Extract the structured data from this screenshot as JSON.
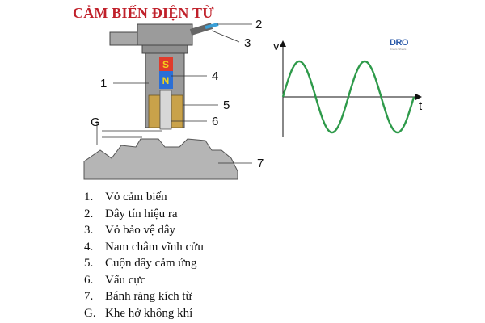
{
  "title": "CẢM BIẾN ĐIỆN TỪ",
  "callouts": [
    "1",
    "2",
    "3",
    "4",
    "5",
    "6",
    "7",
    "G"
  ],
  "magnet": {
    "north": "N",
    "south": "S"
  },
  "graph": {
    "y_label": "v",
    "x_label": "t",
    "wave_color": "#2e9a4a"
  },
  "logo": {
    "text": "D",
    "text_accent": "RO",
    "tagline": "Drivers Wheels"
  },
  "legend": [
    {
      "key": "1.",
      "label": "Vỏ cảm biến"
    },
    {
      "key": "2.",
      "label": "Dây tín hiệu ra"
    },
    {
      "key": "3.",
      "label": "Vỏ bảo vệ dây"
    },
    {
      "key": "4.",
      "label": "Nam châm vĩnh cửu"
    },
    {
      "key": "5.",
      "label": "Cuộn dây cảm ứng"
    },
    {
      "key": "6.",
      "label": "Vấu cực"
    },
    {
      "key": "7.",
      "label": "Bánh răng kích từ"
    },
    {
      "key": "G.",
      "label": "Khe hở không khí"
    }
  ],
  "colors": {
    "title": "#c0202a",
    "body": "#9a9a9a",
    "gear": "#b5b5b5",
    "coil": "#c9a24a",
    "magnet_north": "#2b6fd6",
    "magnet_south": "#e03b2b"
  }
}
